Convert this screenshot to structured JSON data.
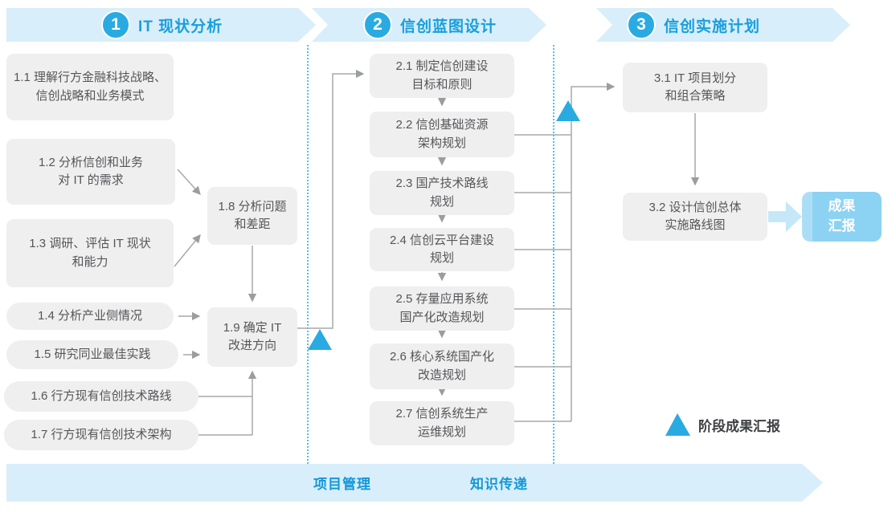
{
  "colors": {
    "accent_blue": "#29abe2",
    "banner_bg": "#d8eefa",
    "title_text": "#189fdd",
    "node_bg": "#efefef",
    "node_text": "#55565a",
    "connector_gray": "#a7a9ac",
    "result_box_bg": "#8cd2f2",
    "result_arrow": "#c5e7f8",
    "legend_text": "#3f4043"
  },
  "phases": [
    {
      "number": "1",
      "title": "IT 现状分析"
    },
    {
      "number": "2",
      "title": "信创蓝图设计"
    },
    {
      "number": "3",
      "title": "信创实施计划"
    }
  ],
  "nodes": {
    "n11": {
      "l1": "1.1 理解行方金融科技战略、",
      "l2": "信创战略和业务模式"
    },
    "n12": {
      "l1": "1.2 分析信创和业务",
      "l2": "对 IT 的需求"
    },
    "n13": {
      "l1": "1.3 调研、评估 IT 现状",
      "l2": "和能力"
    },
    "n14": {
      "l1": "1.4 分析产业侧情况"
    },
    "n15": {
      "l1": "1.5 研究同业最佳实践"
    },
    "n16": {
      "l1": "1.6 行方现有信创技术路线"
    },
    "n17": {
      "l1": "1.7 行方现有信创技术架构"
    },
    "n18": {
      "l1": "1.8 分析问题",
      "l2": "和差距"
    },
    "n19": {
      "l1": "1.9 确定 IT",
      "l2": "改进方向"
    },
    "n21": {
      "l1": "2.1 制定信创建设",
      "l2": "目标和原则"
    },
    "n22": {
      "l1": "2.2 信创基础资源",
      "l2": "架构规划"
    },
    "n23": {
      "l1": "2.3 国产技术路线",
      "l2": "规划"
    },
    "n24": {
      "l1": "2.4 信创云平台建设",
      "l2": "规划"
    },
    "n25": {
      "l1": "2.5 存量应用系统",
      "l2": "国产化改造规划"
    },
    "n26": {
      "l1": "2.6 核心系统国产化",
      "l2": "改造规划"
    },
    "n27": {
      "l1": "2.7 信创系统生产",
      "l2": "运维规划"
    },
    "n31": {
      "l1": "3.1 IT 项目划分",
      "l2": "和组合策略"
    },
    "n32": {
      "l1": "3.2 设计信创总体",
      "l2": "实施路线图"
    }
  },
  "result": {
    "l1": "成果",
    "l2": "汇报"
  },
  "legend": {
    "label": "阶段成果汇报"
  },
  "footer": {
    "project_management": "项目管理",
    "knowledge_transfer": "知识传递"
  }
}
